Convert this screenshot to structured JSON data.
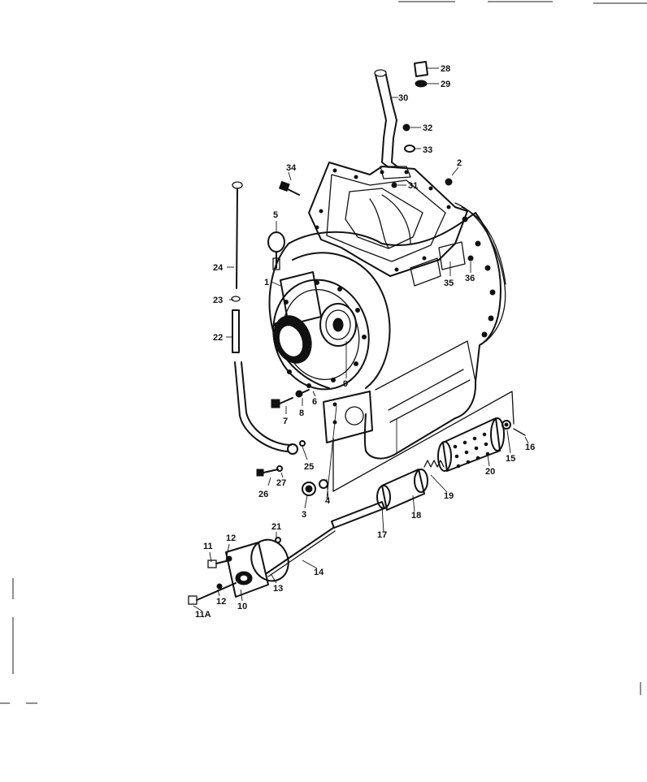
{
  "diagram": {
    "type": "exploded-parts-view",
    "part_numbers": [
      "1",
      "2",
      "3",
      "4",
      "5",
      "6",
      "7",
      "8",
      "9",
      "10",
      "11",
      "11A",
      "12",
      "13",
      "14",
      "15",
      "16",
      "17",
      "18",
      "19",
      "20",
      "21",
      "22",
      "23",
      "24",
      "25",
      "26",
      "27",
      "28",
      "29",
      "30",
      "31",
      "32",
      "33",
      "34",
      "35",
      "36"
    ]
  },
  "callouts": {
    "p1": "1",
    "p2": "2",
    "p3": "3",
    "p4": "4",
    "p5": "5",
    "p6": "6",
    "p7": "7",
    "p8": "8",
    "p9": "9",
    "p10": "10",
    "p11": "11",
    "p11a": "11A",
    "p12a": "12",
    "p12b": "12",
    "p13": "13",
    "p14": "14",
    "p15": "15",
    "p16": "16",
    "p17": "17",
    "p18": "18",
    "p19": "19",
    "p20": "20",
    "p21": "21",
    "p22": "22",
    "p23": "23",
    "p24": "24",
    "p25": "25",
    "p26": "26",
    "p27": "27",
    "p28": "28",
    "p29": "29",
    "p30": "30",
    "p31": "31",
    "p32": "32",
    "p33": "33",
    "p34": "34",
    "p35": "35",
    "p36": "36"
  }
}
